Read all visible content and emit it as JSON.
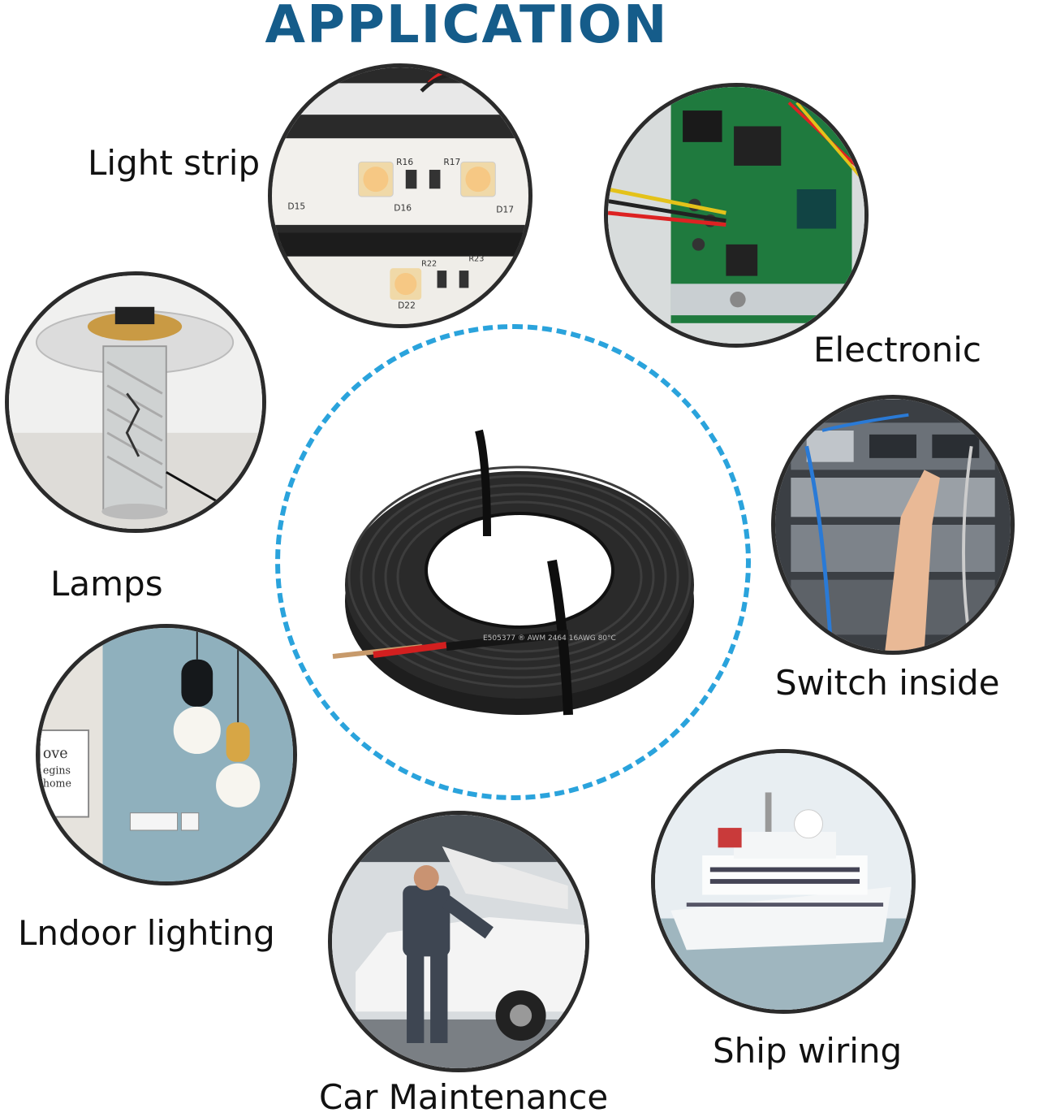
{
  "title": "APPLICATION",
  "accent_color": "#155c8a",
  "dash_color": "#2aa3dc",
  "applications": [
    {
      "label": "Light strip",
      "icon": "led-strip-photo"
    },
    {
      "label": "Electronic",
      "icon": "circuit-board-photo"
    },
    {
      "label": "Lamps",
      "icon": "table-lamp-photo"
    },
    {
      "label": "Switch inside",
      "icon": "server-rack-photo"
    },
    {
      "label": "Lndoor lighting",
      "icon": "pendant-lights-photo"
    },
    {
      "label": "Ship wiring",
      "icon": "cruise-ship-photo"
    },
    {
      "label": "Car Maintenance",
      "icon": "car-repair-photo"
    }
  ],
  "led_strip": {
    "resistor_labels": [
      "R16",
      "R17",
      "R22",
      "R23"
    ],
    "led_labels": [
      "D15",
      "D16",
      "D17",
      "D22"
    ]
  },
  "wall_art_text": [
    "ove",
    "egins",
    "home"
  ],
  "cable_print": "E505377  ® AWM 2464 16AWG 80°C"
}
